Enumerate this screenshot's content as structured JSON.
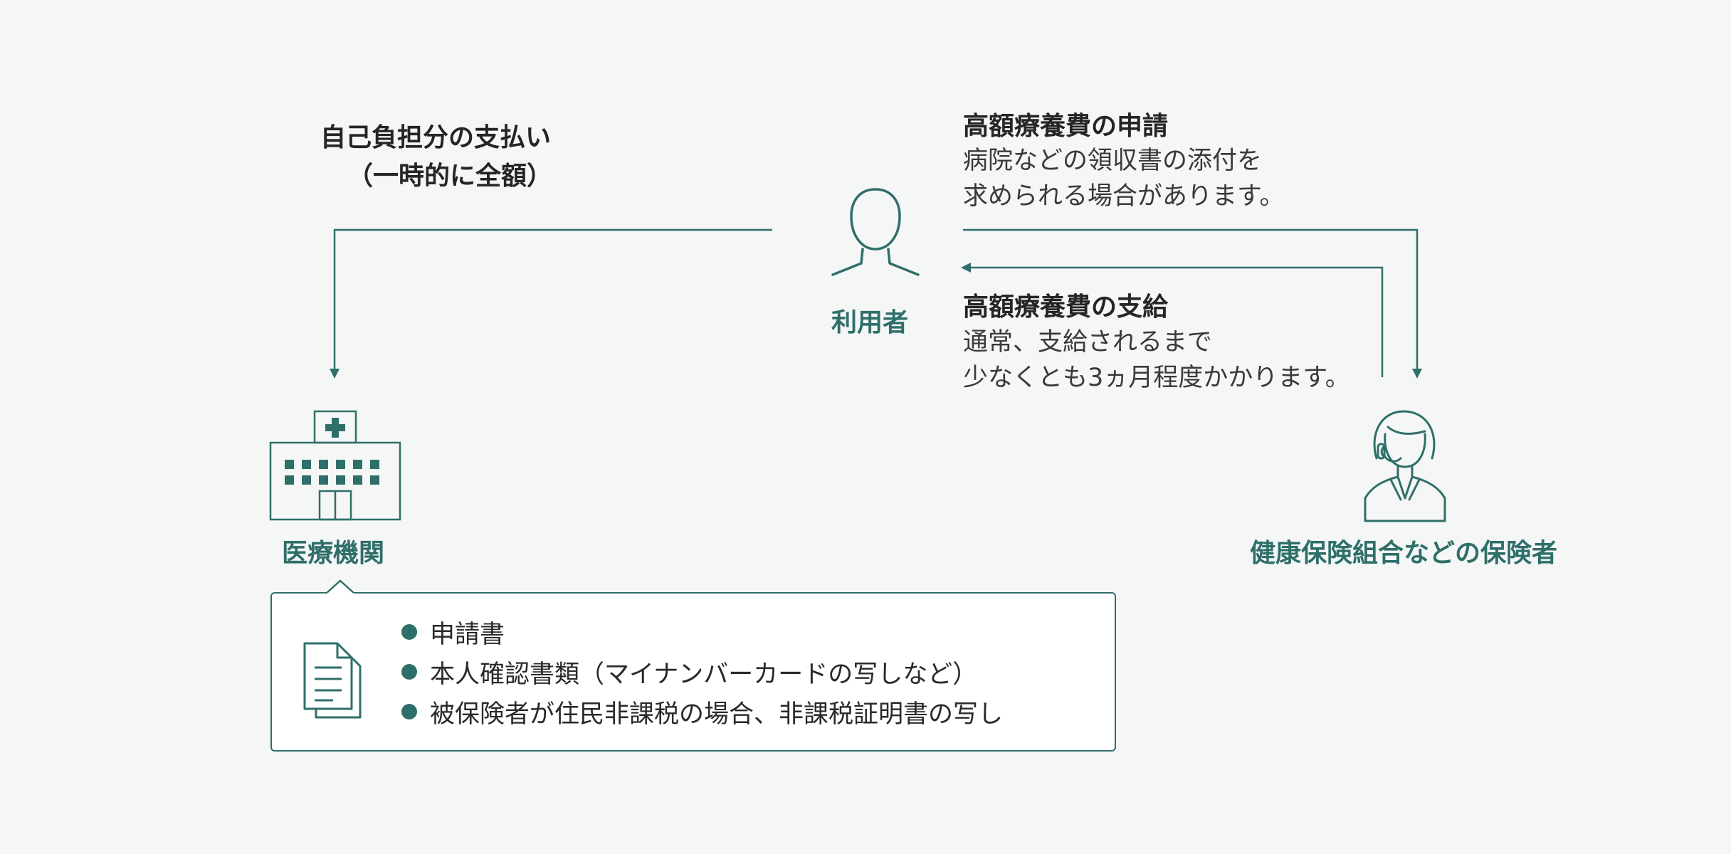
{
  "payment": {
    "title": "自己負担分の支払い",
    "note": "（一時的に全額）"
  },
  "application": {
    "title": "高額療養費の申請",
    "lines": [
      "病院などの領収書の添付を",
      "求められる場合があります。"
    ]
  },
  "benefit": {
    "title": "高額療養費の支給",
    "lines": [
      "通常、支給されるまで",
      "少なくとも3ヵ月程度かかります。"
    ]
  },
  "user": {
    "label": "利用者",
    "icon": "person-icon"
  },
  "hospital": {
    "label": "医療機関",
    "icon": "hospital-icon"
  },
  "insurer": {
    "label": "健康保険組合などの保険者",
    "icon": "operator-headset-icon"
  },
  "documents": {
    "icon": "documents-icon",
    "items": [
      "申請書",
      "本人確認書類（マイナンバーカードの写しなど）",
      "被保険者が住民非課税の場合、非課税証明書の写し"
    ]
  },
  "colors": {
    "accent": "#2f6f69",
    "background": "#f5f6f6",
    "text": "#252525"
  }
}
